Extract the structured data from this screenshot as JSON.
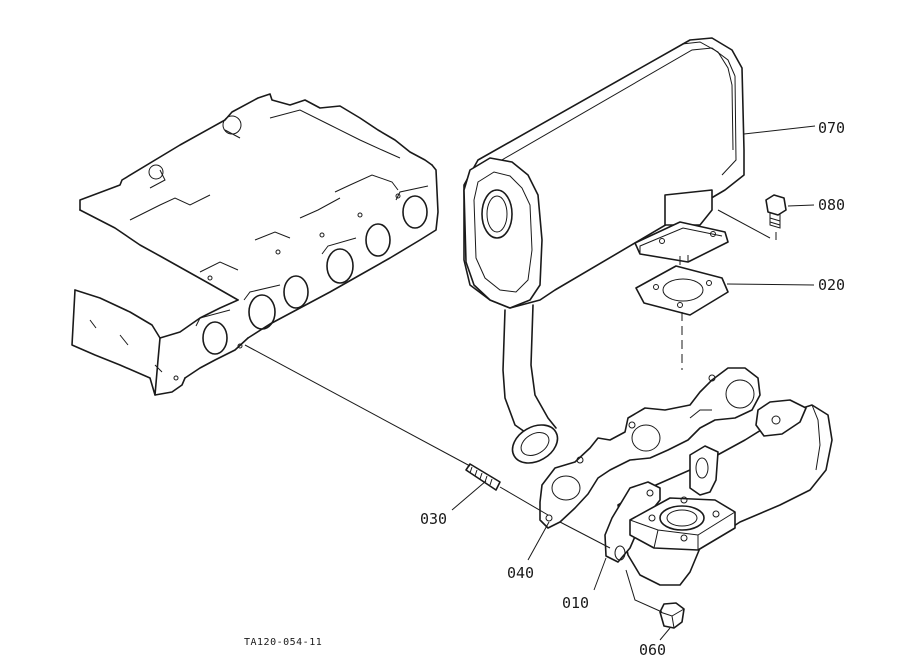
{
  "callouts": {
    "p070": "070",
    "p080": "080",
    "p020": "020",
    "p030": "030",
    "p040": "040",
    "p010": "010",
    "p060": "060"
  },
  "drawing_code": "TA120-054-11",
  "icons": {
    "cylinder_head": "cylinder-head-icon",
    "muffler": "muffler-icon",
    "bolt": "bolt-icon",
    "gasket": "gasket-icon",
    "stud": "stud-bolt-icon",
    "manifold_gasket": "manifold-gasket-icon",
    "exhaust_manifold": "exhaust-manifold-icon",
    "nut": "nut-icon"
  },
  "colors": {
    "ink": "#1a1a1a",
    "paper": "#ffffff"
  }
}
